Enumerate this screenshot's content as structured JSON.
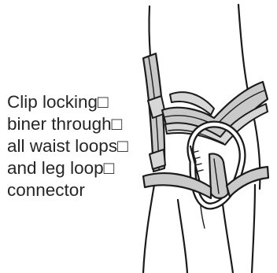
{
  "figure": {
    "icon": "harness-carabiner-illustration",
    "caption_lines": [
      "Clip locking□",
      "biner through□",
      "all waist loops□",
      "and leg loop□",
      "connector"
    ]
  }
}
